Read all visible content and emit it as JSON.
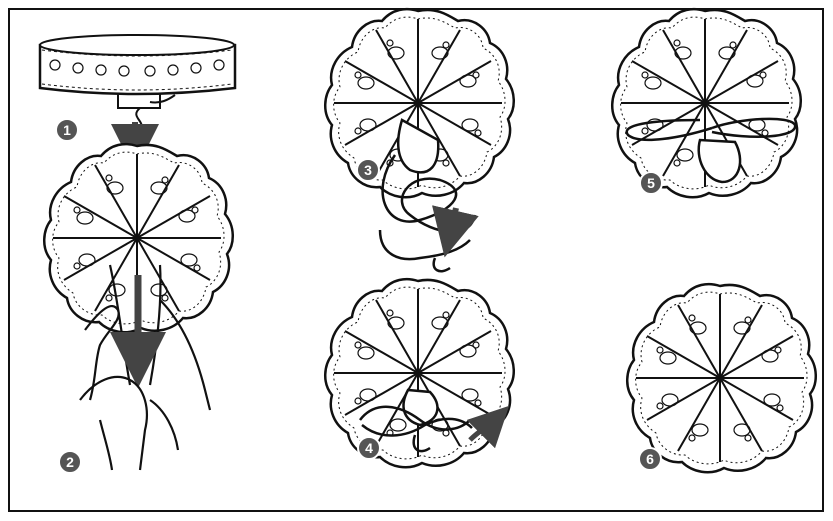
{
  "steps": [
    {
      "number": "1"
    },
    {
      "number": "2"
    },
    {
      "number": "3"
    },
    {
      "number": "4"
    },
    {
      "number": "5"
    },
    {
      "number": "6"
    }
  ],
  "colors": {
    "ink": "#111111",
    "badge": "#555555",
    "paper": "#ffffff",
    "arrow": "#444444"
  },
  "icons": {
    "step_badge": "numbered-circle",
    "direction": "down-arrow",
    "curl": "curved-arrow"
  }
}
